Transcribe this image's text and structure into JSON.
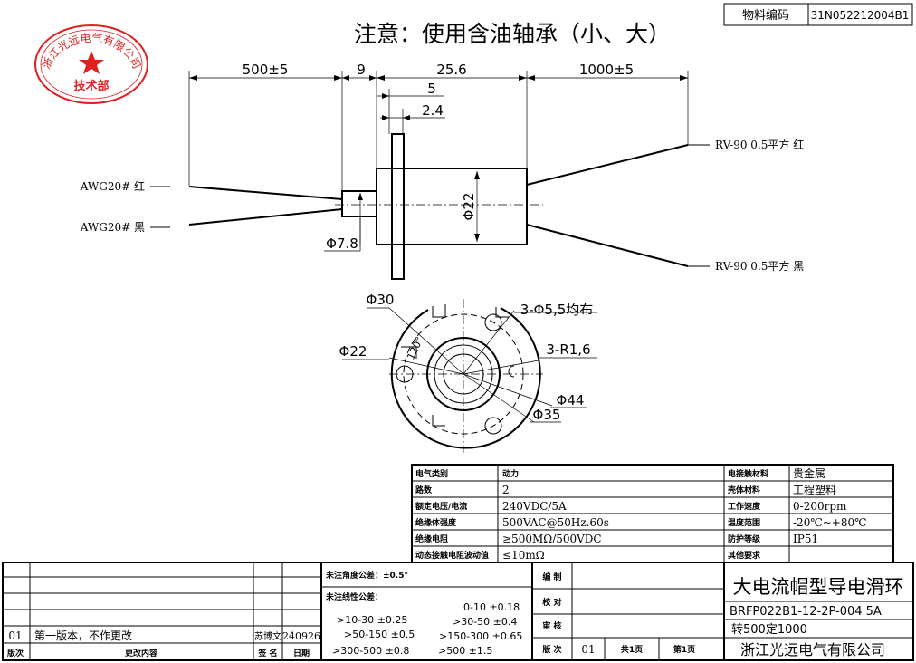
{
  "header": {
    "material_code_label": "物料编码",
    "material_code_value": "31N052212004B1",
    "notice": "注意：使用含油轴承（小、大）"
  },
  "stamp": {
    "org": "浙江光远电气有限公司",
    "dept": "技术部"
  },
  "dimensions": {
    "d500": "500±5",
    "d9": "9",
    "d25_6": "25.6",
    "d1000": "1000±5",
    "d5": "5",
    "d2_4": "2.4",
    "d22_body": "Φ22",
    "d7_8": "Φ7.8",
    "d30": "Φ30",
    "d22_front": "Φ22",
    "holes": "3-Φ5,5均布",
    "radius": "3-R1,6",
    "d44": "Φ44",
    "d35": "Φ35",
    "angle_label": "120°"
  },
  "wires": {
    "left_red": "AWG20# 红",
    "left_black": "AWG20# 黑",
    "right_red": "RV-90 0.5平方 红",
    "right_black": "RV-90 0.5平方 黑"
  },
  "specs": {
    "rows": [
      {
        "l1": "电气类别",
        "v1": "动力",
        "l2": "电接触材料",
        "v2": "贵金属"
      },
      {
        "l1": "路数",
        "v1": "2",
        "l2": "壳体材料",
        "v2": "工程塑料"
      },
      {
        "l1": "额定电压/电流",
        "v1": "240VDC/5A",
        "l2": "工作速度",
        "v2": "0-200rpm"
      },
      {
        "l1": "绝缘体强度",
        "v1": "500VAC@50Hz.60s",
        "l2": "温度范围",
        "v2": "-20℃~+80℃"
      },
      {
        "l1": "绝缘电阻",
        "v1": "≥500MΩ/500VDC",
        "l2": "防护等级",
        "v2": "IP51"
      },
      {
        "l1": "动态接触电阻波动值",
        "v1": "≤10mΩ",
        "l2": "其他要求",
        "v2": ""
      }
    ]
  },
  "title_block": {
    "angle_tol": "未注角度公差：±0.5°",
    "linear_tol": "未注线性公差：",
    "tol": [
      "0-10 ±0.18",
      ">10-30 ±0.25",
      ">30-50 ±0.4",
      ">50-150 ±0.5",
      ">150-300 ±0.65",
      ">300-500 ±0.8",
      ">500 ±1.5"
    ],
    "revision": {
      "no": "01",
      "content": "第一版本，不作更改",
      "signer": "苏博文",
      "date": "240926"
    },
    "rev_headers": {
      "ver": "版次",
      "content": "更改内容",
      "sign": "签 名",
      "date": "日期"
    },
    "roles": {
      "draw": "编 制",
      "check": "校 对",
      "review": "审 核",
      "ver": "版 次"
    },
    "ver_value": "01",
    "total_pages": "共1页",
    "page": "第1页",
    "product_name": "大电流帽型导电滑环",
    "model": "BRFP022B1-12-2P-004 5A",
    "wire_len": "转500定1000",
    "company": "浙江光远电气有限公司"
  }
}
